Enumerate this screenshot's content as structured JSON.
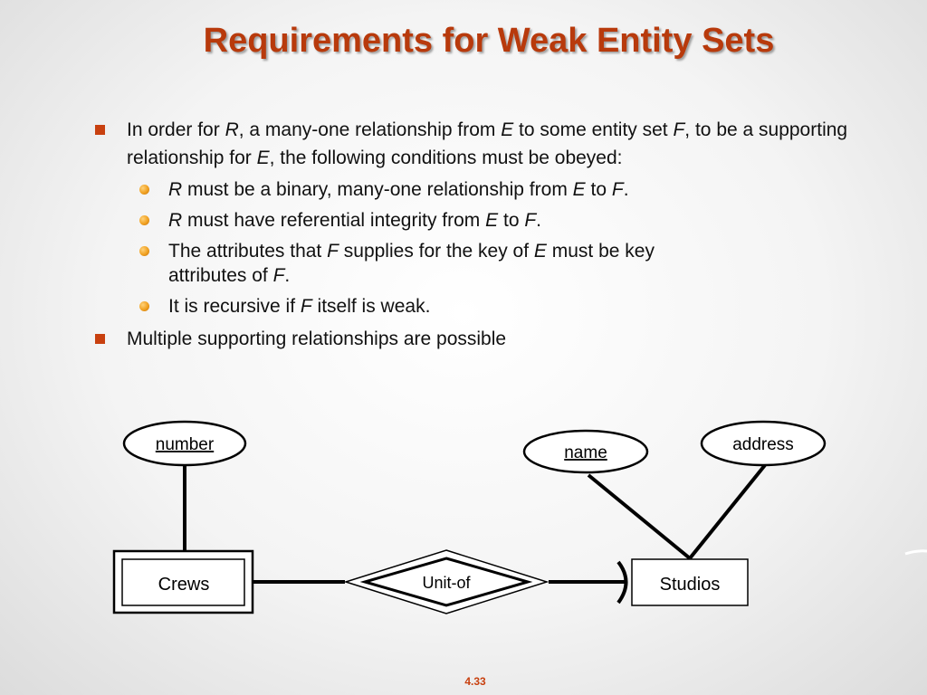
{
  "title": "Requirements for Weak Entity Sets",
  "bullets": {
    "b1": {
      "p1": "In order for ",
      "p2": "R",
      "p3": ", a many-one relationship from ",
      "p4": "E",
      "p5": " to some entity set ",
      "p6": "F",
      "p7": ", to be a supporting relationship for ",
      "p8": "E",
      "p9": ", the following conditions must be obeyed:"
    },
    "s1": {
      "p1": "R",
      "p2": " must be a binary, many-one relationship from ",
      "p3": "E",
      "p4": " to ",
      "p5": "F",
      "p6": "."
    },
    "s2": {
      "p1": "R",
      "p2": " must have referential integrity from ",
      "p3": "E",
      "p4": " to ",
      "p5": "F",
      "p6": "."
    },
    "s3": {
      "p1": "The attributes that ",
      "p2": "F",
      "p3": " supplies for the key of ",
      "p4": "E",
      "p5": " must be key attributes of ",
      "p6": "F",
      "p7": "."
    },
    "s4": {
      "p1": "It is recursive if ",
      "p2": "F",
      "p3": " itself is weak."
    },
    "b2": "Multiple supporting relationships are possible"
  },
  "diagram": {
    "weak_entity": "Crews",
    "weak_entity_key": "number",
    "relationship": "Unit-of",
    "entity": "Studios",
    "entity_key": "name",
    "entity_attribute": "address"
  },
  "footer": "4.33",
  "colors": {
    "title": "#b83a0c",
    "bullet_square": "#c8400f",
    "sub_bullet": "#f0a020"
  }
}
